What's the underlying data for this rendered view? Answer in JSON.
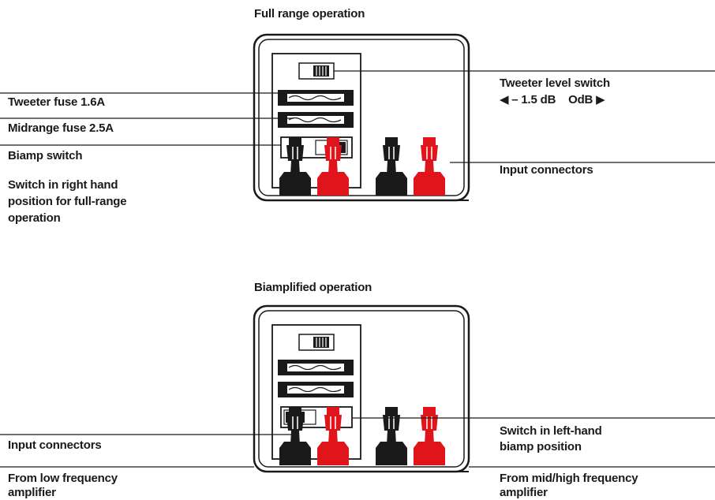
{
  "diagram_top": {
    "title": "Full range operation",
    "tweeter_fuse": "Tweeter fuse 1.6A",
    "midrange_fuse": "Midrange fuse 2.5A",
    "biamp_switch": "Biamp switch",
    "switch_note_1": "Switch in right hand",
    "switch_note_2": "position for full-range",
    "switch_note_3": "operation",
    "tweeter_level_switch": "Tweeter level switch",
    "tweeter_level_values": "◀ – 1.5 dB    OdB ▶",
    "input_connectors": "Input connectors"
  },
  "diagram_bottom": {
    "title": "Biamplified operation",
    "input_connectors": "Input connectors",
    "from_low_1": "From low frequency",
    "from_low_2": "amplifier",
    "switch_left_1": "Switch in left-hand",
    "switch_left_2": "biamp position",
    "from_mid_1": "From mid/high frequency",
    "from_mid_2": "amplifier"
  },
  "colors": {
    "line": "#1a1a1a",
    "red_terminal": "#e0141b",
    "black_terminal": "#1a1a1a",
    "background": "#ffffff"
  }
}
